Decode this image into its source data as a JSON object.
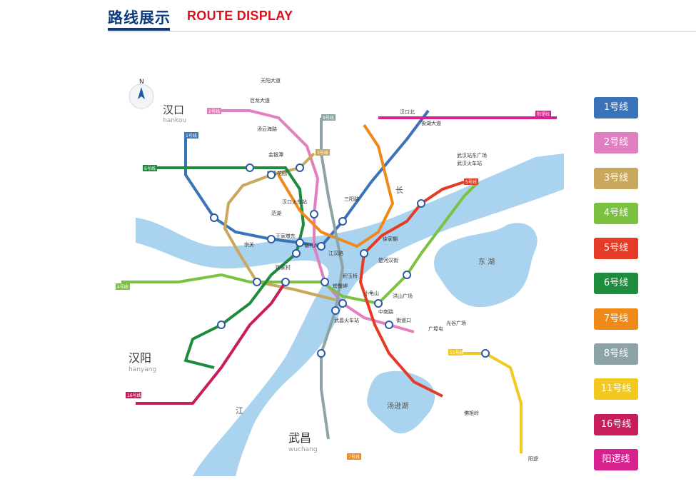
{
  "header": {
    "title_cn": "路线展示",
    "title_en": "ROUTE DISPLAY"
  },
  "map": {
    "compass_label": "N",
    "districts": [
      {
        "cn": "汉口",
        "en": "hankou"
      },
      {
        "cn": "汉阳",
        "en": "hanyang"
      },
      {
        "cn": "武昌",
        "en": "wuchang"
      }
    ],
    "water_labels": [
      "长",
      "江",
      "东 湖",
      "汤逊湖"
    ],
    "line_tags": [
      "1号线",
      "2号线",
      "3号线",
      "4号线",
      "5号线",
      "6号线",
      "7号线",
      "8号线",
      "11号线",
      "16号线",
      "阳逻线"
    ],
    "stations": [
      "天阳大道",
      "巨龙大道",
      "汤云海路",
      "金银潭",
      "常青花园",
      "汉口火车站",
      "范湖",
      "王家墩东",
      "循礼门",
      "江汉路",
      "积玉桥",
      "螃蟹岬",
      "小龟山",
      "洪山广场",
      "中南路",
      "街道口",
      "广埠屯",
      "光谷广场",
      "武汉火车站",
      "徐家棚",
      "楚河汉街",
      "武昌火车站",
      "钟家村",
      "宗关",
      "汉口北",
      "後湖大道",
      "三阳路",
      "武汉站东广场",
      "佛祖岭",
      "阳逻"
    ]
  },
  "legend": [
    {
      "label": "1号线",
      "color": "#3a73b9"
    },
    {
      "label": "2号线",
      "color": "#e27fc0"
    },
    {
      "label": "3号线",
      "color": "#c9a75c"
    },
    {
      "label": "4号线",
      "color": "#7dc142"
    },
    {
      "label": "5号线",
      "color": "#e33b26"
    },
    {
      "label": "6号线",
      "color": "#1d8c3c"
    },
    {
      "label": "7号线",
      "color": "#ef8a1a"
    },
    {
      "label": "8号线",
      "color": "#8ea3a5"
    },
    {
      "label": "11号线",
      "color": "#f2c91e"
    },
    {
      "label": "16号线",
      "color": "#c71d5d"
    },
    {
      "label": "阳逻线",
      "color": "#d6218e"
    }
  ]
}
